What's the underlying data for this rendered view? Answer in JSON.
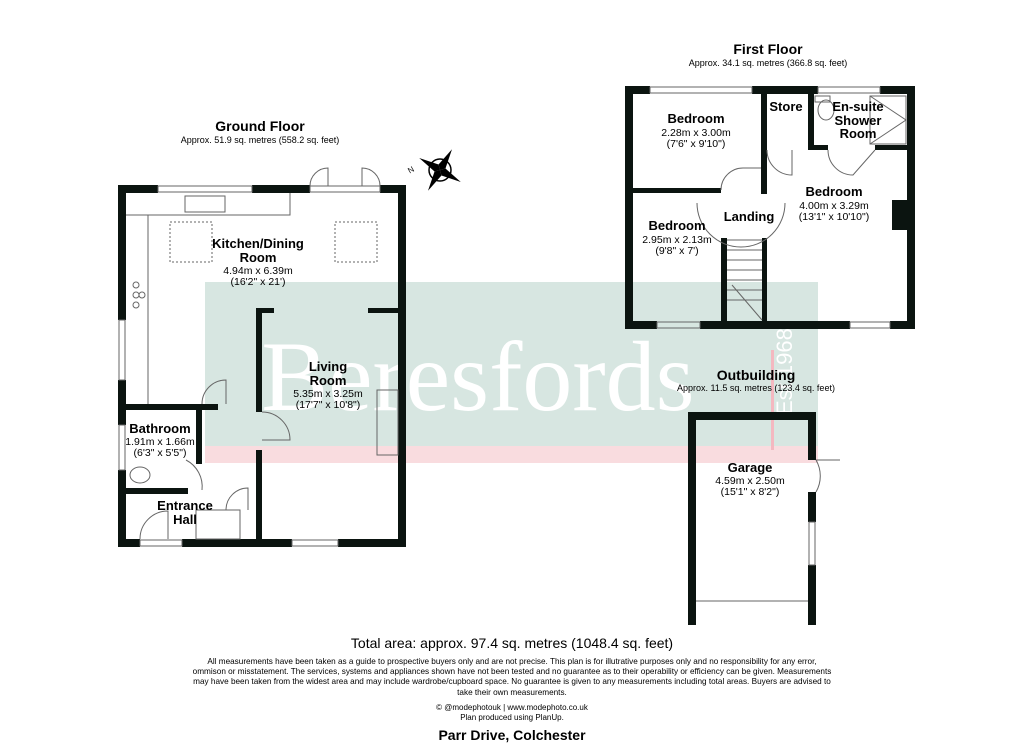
{
  "watermark": {
    "brand": "Beresfords",
    "established": "Est 1968",
    "color_green": "#d7e6e1",
    "color_pink": "#f9dcdf"
  },
  "ground_floor": {
    "title": "Ground Floor",
    "area": "Approx. 51.9 sq. metres (558.2 sq. feet)",
    "rooms": [
      {
        "name_1": "Kitchen/Dining",
        "name_2": "Room",
        "dim_m": "4.94m x 6.39m",
        "dim_ft": "(16'2\" x 21')"
      },
      {
        "name_1": "Living",
        "name_2": "Room",
        "dim_m": "5.35m x 3.25m",
        "dim_ft": "(17'7\" x 10'8\")"
      },
      {
        "name_1": "Bathroom",
        "dim_m": "1.91m x 1.66m",
        "dim_ft": "(6'3\" x 5'5\")"
      },
      {
        "name_1": "Entrance",
        "name_2": "Hall"
      }
    ]
  },
  "first_floor": {
    "title": "First Floor",
    "area": "Approx. 34.1 sq. metres (366.8 sq. feet)",
    "rooms": [
      {
        "name_1": "Bedroom",
        "dim_m": "2.28m x 3.00m",
        "dim_ft": "(7'6\" x 9'10\")"
      },
      {
        "name_1": "Store"
      },
      {
        "name_1": "En-suite",
        "name_2": "Shower",
        "name_3": "Room"
      },
      {
        "name_1": "Bedroom",
        "dim_m": "4.00m x 3.29m",
        "dim_ft": "(13'1\" x 10'10\")"
      },
      {
        "name_1": "Landing"
      },
      {
        "name_1": "Bedroom",
        "dim_m": "2.95m x 2.13m",
        "dim_ft": "(9'8\" x 7')"
      }
    ]
  },
  "outbuilding": {
    "title": "Outbuilding",
    "area": "Approx. 11.5 sq. metres (123.4 sq. feet)",
    "rooms": [
      {
        "name_1": "Garage",
        "dim_m": "4.59m x 2.50m",
        "dim_ft": "(15'1\" x 8'2\")"
      }
    ]
  },
  "compass": {
    "label": "N",
    "icon": "compass-icon"
  },
  "footer": {
    "total_area": "Total area: approx. 97.4 sq. metres (1048.4 sq. feet)",
    "disclaimer": "All measurements have been taken as a guide to prospective buyers only and are not precise. This plan is for illutrative purposes only and no responsibility for any error, ommison or misstatement. The services, systems and appliances shown have not been tested and no guarantee as to their operability or efficiency can be given. Measurements may have been taken from the widest area and may include wardrobe/cupboard space. No guarantee is given to any measurements including total areas. Buyers are advised to take their own measurements.",
    "credit_1": "© @modephotouk | www.modephoto.co.uk",
    "credit_2": "Plan  produced  using  PlanUp.",
    "address": "Parr Drive, Colchester"
  }
}
